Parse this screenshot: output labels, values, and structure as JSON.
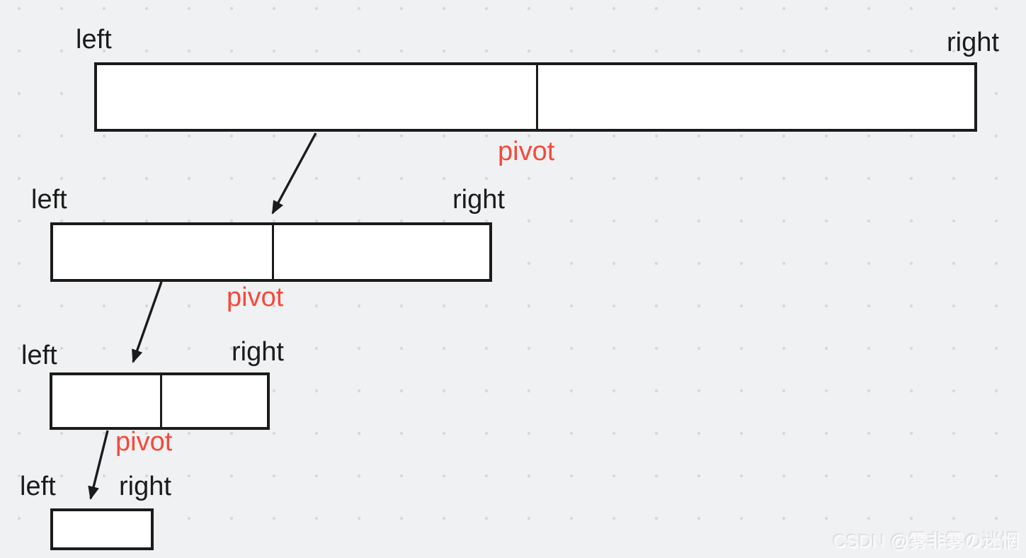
{
  "rows": [
    {
      "left_label": "left",
      "right_label": "right",
      "pivot_label": "pivot"
    },
    {
      "left_label": "left",
      "right_label": "right",
      "pivot_label": "pivot"
    },
    {
      "left_label": "left",
      "right_label": "right",
      "pivot_label": "pivot"
    },
    {
      "left_label": "left",
      "right_label": "right"
    }
  ],
  "watermark": {
    "text": "CSDN @雾非雾の迷惘"
  },
  "colors": {
    "pivot_text": "#f5493c",
    "outline": "#1b1b1b",
    "bar_fill": "#ffffff",
    "background": "#f0f1f2",
    "grid_dot": "#d8d8db"
  }
}
